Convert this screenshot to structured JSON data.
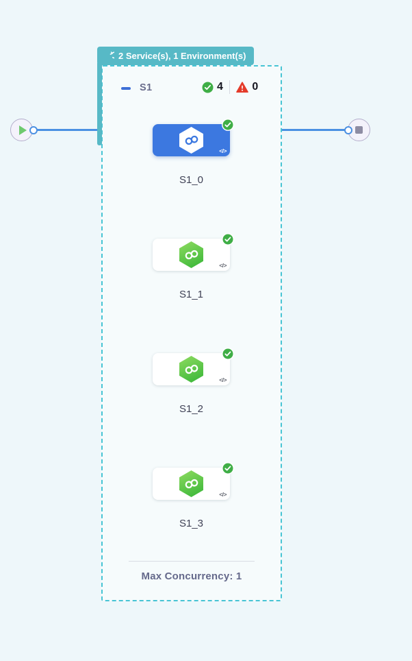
{
  "colors": {
    "background": "#eef7fa",
    "teal_accent": "#57b9c6",
    "dashed_border": "#47c4d4",
    "connector_blue": "#4a90e2",
    "selected_node_blue": "#3c78e0",
    "success_green": "#3fae46",
    "error_red": "#e43b2a",
    "service_green_light": "#8ad95e",
    "service_green_dark": "#3fb93b"
  },
  "diagram": {
    "start_node": {
      "icon": "play-icon"
    },
    "end_node": {
      "icon": "stop-icon"
    },
    "stage_badge": {
      "icon": "loop-icon",
      "label": "2 Service(s), 1 Environment(s)"
    },
    "stage": {
      "name": "S1",
      "success_count": "4",
      "error_count": "0",
      "nodes": [
        {
          "label": "S1_0",
          "selected": true,
          "status": "success"
        },
        {
          "label": "S1_1",
          "selected": false,
          "status": "success"
        },
        {
          "label": "S1_2",
          "selected": false,
          "status": "success"
        },
        {
          "label": "S1_3",
          "selected": false,
          "status": "success"
        }
      ],
      "footer": {
        "max_concurrency_label": "Max Concurrency: 1"
      }
    },
    "icons": {
      "code_badge": "</>"
    }
  }
}
